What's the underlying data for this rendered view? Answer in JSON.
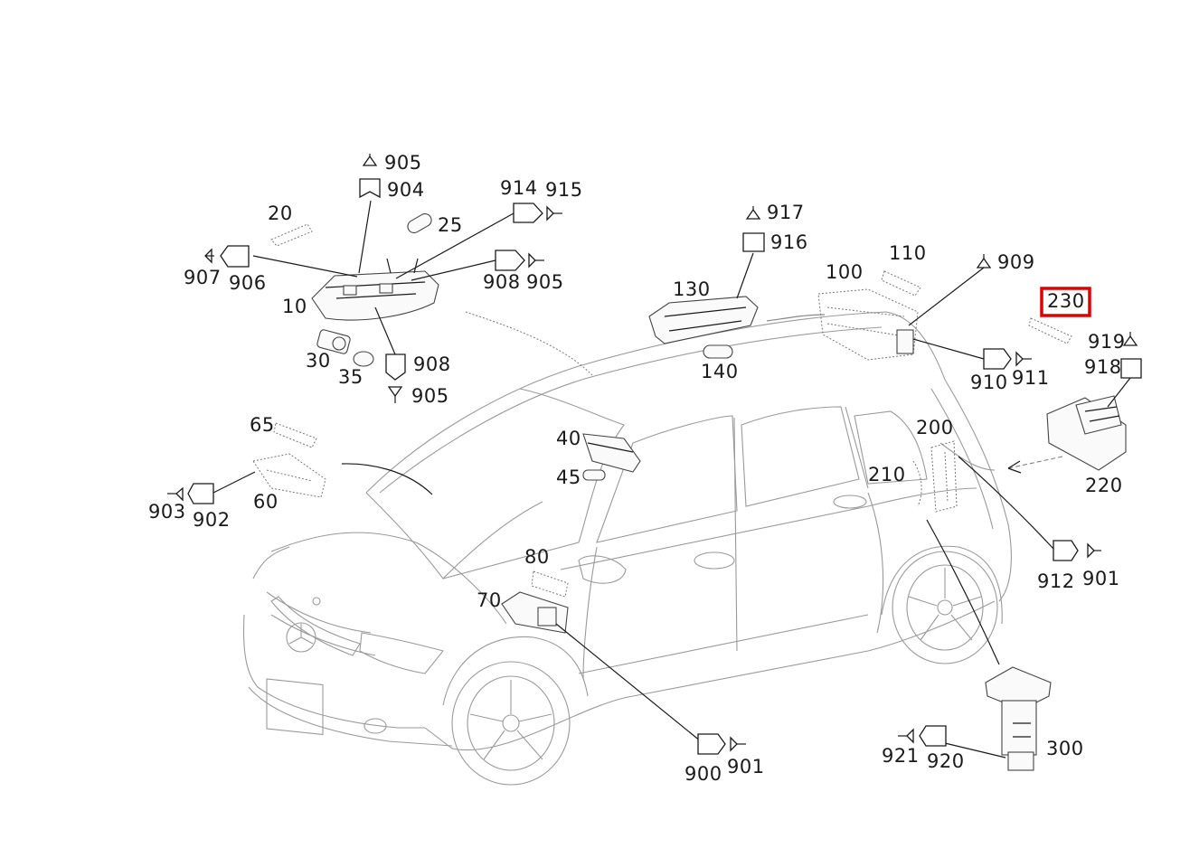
{
  "diagram": {
    "highlight_color": "#e00000",
    "labels": {
      "l905a": "905",
      "l904": "904",
      "l914": "914",
      "l915": "915",
      "l20": "20",
      "l25": "25",
      "l907": "907",
      "l906": "906",
      "l908a": "908",
      "l905b": "905",
      "l10": "10",
      "l30": "30",
      "l35": "35",
      "l908b": "908",
      "l905c": "905",
      "l917": "917",
      "l916": "916",
      "l130": "130",
      "l140": "140",
      "l110": "110",
      "l100": "100",
      "l909": "909",
      "l910": "910",
      "l911": "911",
      "l230": "230",
      "l919": "919",
      "l918": "918",
      "l220": "220",
      "l200": "200",
      "l210": "210",
      "l65": "65",
      "l60": "60",
      "l903": "903",
      "l902": "902",
      "l40": "40",
      "l45": "45",
      "l80": "80",
      "l70": "70",
      "l912": "912",
      "l901a": "901",
      "l900": "900",
      "l901b": "901",
      "l300": "300",
      "l921": "921",
      "l920": "920"
    }
  }
}
